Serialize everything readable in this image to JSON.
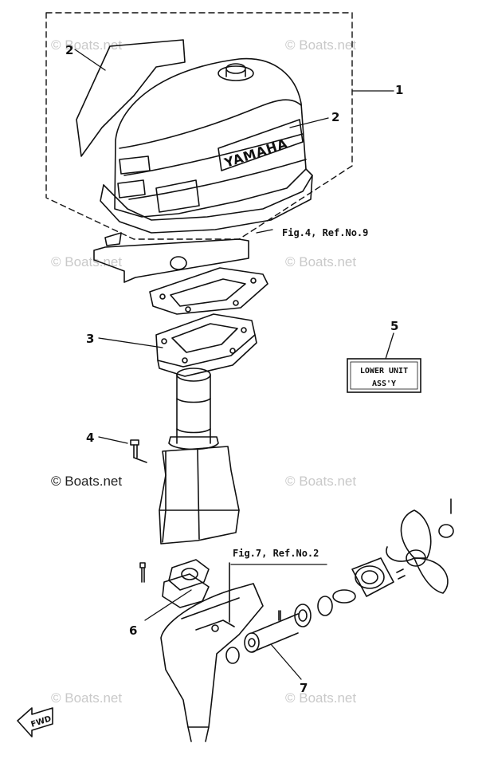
{
  "callouts": {
    "c1": "1",
    "c2a": "2",
    "c2b": "2",
    "c3": "3",
    "c4": "4",
    "c5": "5",
    "c6": "6",
    "c7": "7"
  },
  "refs": {
    "fig4": "Fig.4, Ref.No.9",
    "fig7": "Fig.7, Ref.No.2"
  },
  "lower_unit_box": {
    "line1": "LOWER UNIT",
    "line2": "ASS'Y"
  },
  "cowling_brand": "YAMAHA",
  "fwd_arrow": "FWD",
  "watermarks": {
    "w1": "© Boats.net",
    "w2": "© Boats.net",
    "w3": "© Boats.net",
    "w4": "© Boats.net",
    "w5": "© Boats.net",
    "w6": "© Boats.net",
    "w7": "© Boats.net",
    "w8": "© Boats.net"
  }
}
